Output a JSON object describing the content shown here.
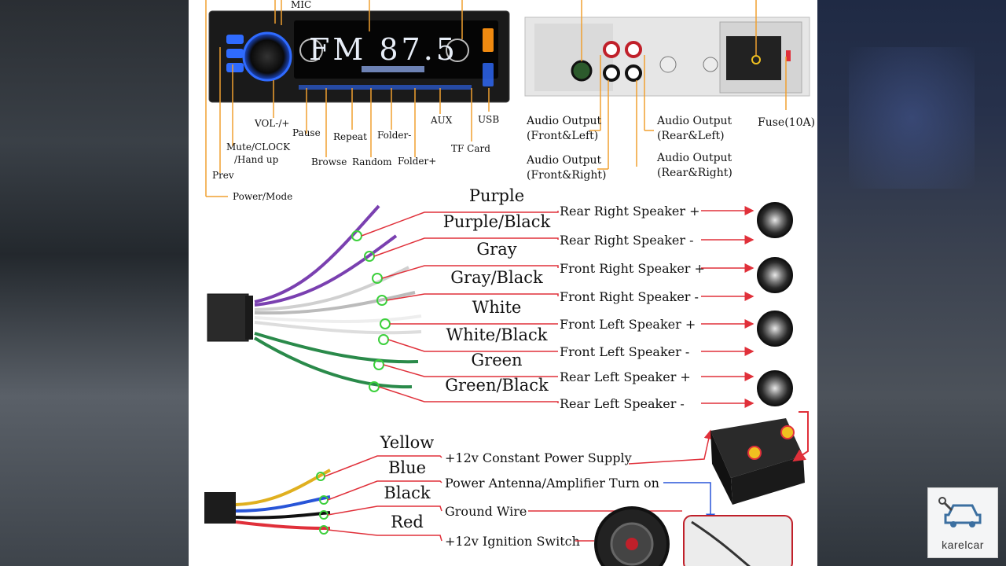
{
  "radio": {
    "display": "FM 87.5",
    "top_label": "MIC",
    "labels": {
      "vol": "VOL-/+",
      "pause": "Pause",
      "repeat": "Repeat",
      "folder_minus": "Folder-",
      "aux": "AUX",
      "usb": "USB",
      "mute": "Mute/CLOCK",
      "handup": "/Hand up",
      "prev": "Prev",
      "browse": "Browse",
      "random": "Random",
      "folder_plus": "Folder+",
      "tf": "TF Card",
      "power": "Power/Mode"
    }
  },
  "rear_panel": {
    "front_left": [
      "Audio Output",
      "(Front&Left)"
    ],
    "front_right": [
      "Audio Output",
      "(Front&Right)"
    ],
    "rear_left": [
      "Audio Output",
      "(Rear&Left)"
    ],
    "rear_right": [
      "Audio Output",
      "(Rear&Right)"
    ],
    "fuse": "Fuse(10A)"
  },
  "speaker_wires": [
    {
      "color_name": "Purple",
      "function": "Rear Right Speaker +"
    },
    {
      "color_name": "Purple/Black",
      "function": "Rear Right Speaker -"
    },
    {
      "color_name": "Gray",
      "function": "Front Right Speaker +"
    },
    {
      "color_name": "Gray/Black",
      "function": "Front Right Speaker -"
    },
    {
      "color_name": "White",
      "function": "Front Left Speaker +"
    },
    {
      "color_name": "White/Black",
      "function": "Front Left Speaker -"
    },
    {
      "color_name": "Green",
      "function": "Rear Left Speaker +"
    },
    {
      "color_name": "Green/Black",
      "function": "Rear Left Speaker -"
    }
  ],
  "power_wires": [
    {
      "color_name": "Yellow",
      "function": "+12v Constant Power Supply"
    },
    {
      "color_name": "Blue",
      "function": "Power Antenna/Amplifier Turn on"
    },
    {
      "color_name": "Black",
      "function": "Ground Wire"
    },
    {
      "color_name": "Red",
      "function": "+12v Ignition Switch"
    }
  ],
  "logo": {
    "text": "karelcar"
  },
  "colors": {
    "leader_line": "#f0a030",
    "red_line": "#e0303a",
    "panel_bg": "#ffffff",
    "display_blue": "#2a7fff"
  }
}
